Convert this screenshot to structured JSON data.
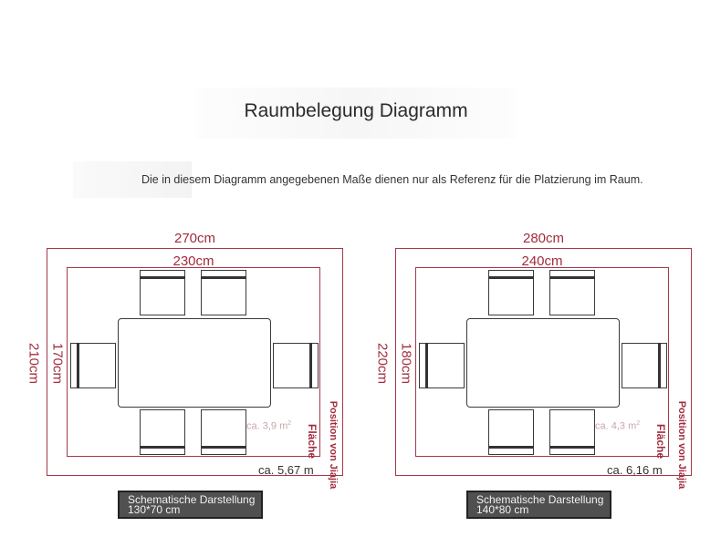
{
  "title": "Raumbelegung Diagramm",
  "note": "Die in diesem Diagramm angegebenen Maße dienen nur als Referenz für die Platzierung im Raum.",
  "plans": [
    {
      "outer_width": "270cm",
      "inner_width": "230cm",
      "outer_height": "210cm",
      "inner_height": "170cm",
      "inner_area": "ca. 3,9 m",
      "area_unit_exp": "2",
      "flaeche_label": "Fläche",
      "outer_area": "ca. 5,67 m",
      "position_label": "Position von Jiajia",
      "caption": "Schematische Darstellung 130*70 cm"
    },
    {
      "outer_width": "280cm",
      "inner_width": "240cm",
      "outer_height": "220cm",
      "inner_height": "180cm",
      "inner_area": "ca. 4,3 m",
      "area_unit_exp": "2",
      "flaeche_label": "Fläche",
      "outer_area": "ca. 6,16 m",
      "position_label": "Position von Jiajia",
      "caption": "Schematische Darstellung 140*80 cm"
    }
  ]
}
